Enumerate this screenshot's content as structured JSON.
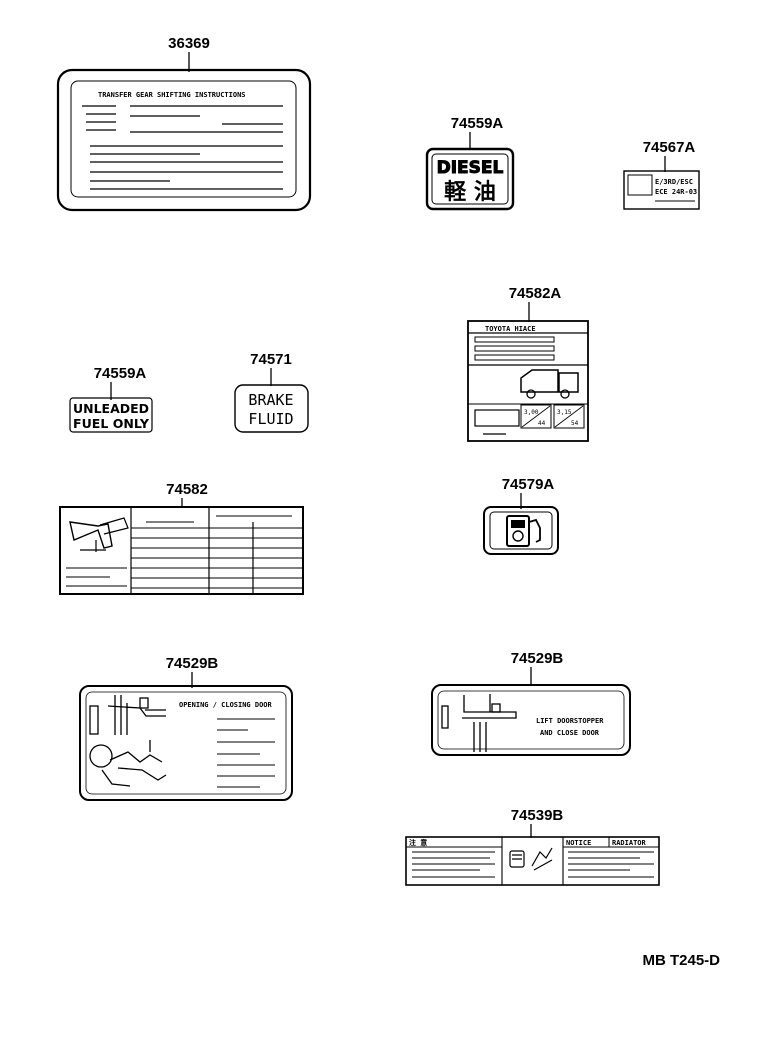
{
  "diagram": {
    "reference_code": "MB T245-D",
    "parts": [
      {
        "part_number": "36369",
        "label_lines": [
          "TRANSFER GEAR SHIFTING INSTRUCTIONS"
        ]
      },
      {
        "part_number": "74559A",
        "label_lines": [
          "DIESEL",
          "軽 油"
        ]
      },
      {
        "part_number": "74567A",
        "label_lines": [
          "E/3RD/ESC",
          "ECE 24R-03"
        ]
      },
      {
        "part_number": "74582A",
        "label_lines": [
          "TOYOTA HIACE",
          "3,00",
          "44",
          "3,15",
          "54"
        ]
      },
      {
        "part_number": "74559A",
        "label_lines": [
          "UNLEADED",
          "FUEL ONLY"
        ]
      },
      {
        "part_number": "74571",
        "label_lines": [
          "BRAKE",
          "FLUID"
        ]
      },
      {
        "part_number": "74582",
        "label_lines": []
      },
      {
        "part_number": "74579A",
        "label_lines": []
      },
      {
        "part_number": "74529B",
        "label_lines": [
          "OPENING / CLOSING DOOR"
        ]
      },
      {
        "part_number": "74529B",
        "label_lines": [
          "LIFT DOORSTOPPER",
          "AND CLOSE DOOR"
        ]
      },
      {
        "part_number": "74539B",
        "label_lines": [
          "注 意",
          "NOTICE",
          "RADIATOR"
        ]
      }
    ]
  }
}
